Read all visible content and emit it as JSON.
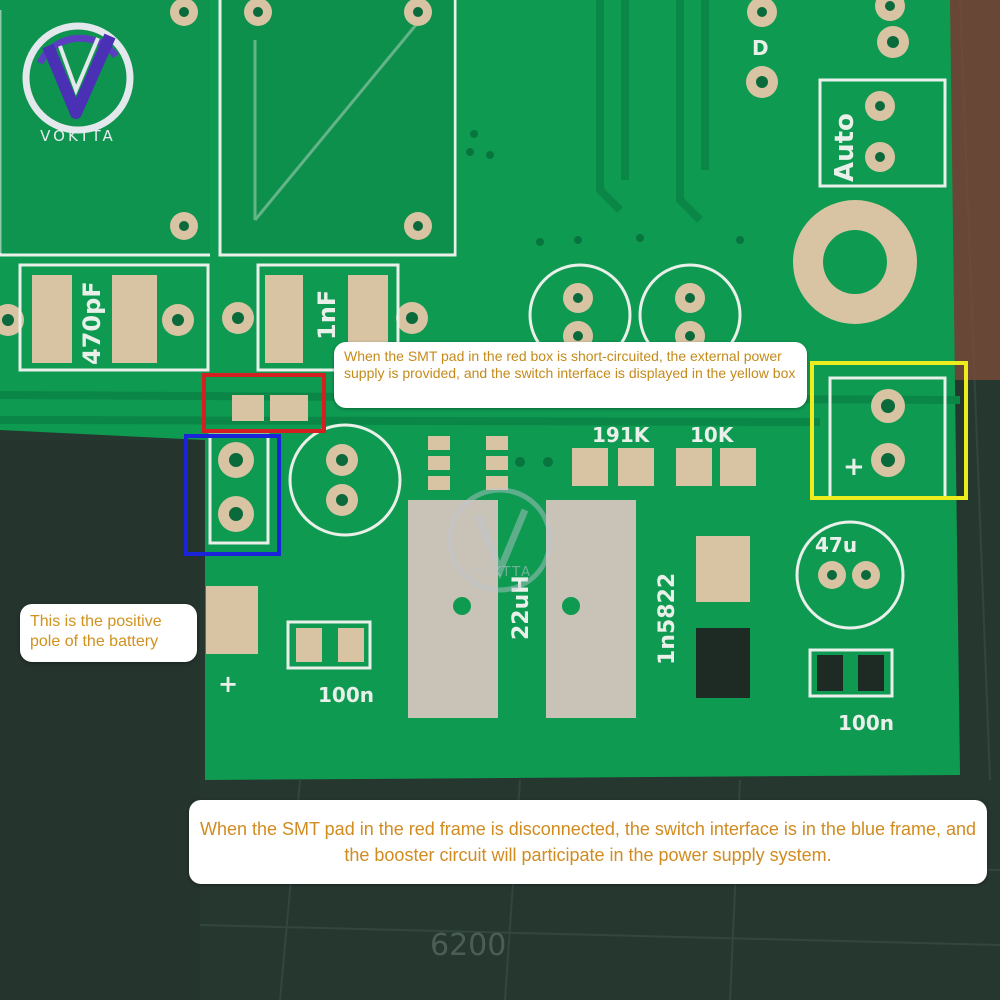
{
  "brand": {
    "logo_text": "VOKTTA",
    "watermark_text": "VOKTTA"
  },
  "callouts": {
    "top": "When the SMT pad in the red box is short-circuited, the external power supply is provided, and the switch interface is displayed in the yellow box",
    "left": "This is the positive pole of the battery",
    "bottom": "When the SMT pad in the red frame is disconnected, the switch interface is in the blue frame, and the booster circuit will participate in the power supply system."
  },
  "silkscreen": {
    "cap_470pf": "470pF",
    "cap_1nf": "1nF",
    "diode_d": "D",
    "auto": "Auto",
    "res_191k": "191K",
    "res_10k": "10K",
    "inductor": "22uH",
    "diode_1n5822": "1n5822",
    "cap_47u": "47u",
    "cap_100n_left": "100n",
    "cap_100n_right": "100n",
    "plus_left": "+",
    "plus_right": "+",
    "bottom_mark": "6200"
  },
  "highlight_colors": {
    "red_box": "#d42020",
    "blue_box": "#1a24d8",
    "yellow_box": "#ecec1e"
  },
  "board_colors": {
    "pcb": "#0f9a52",
    "trace": "#0a8747",
    "pad": "#d8c3a2",
    "mat": "#24352f"
  }
}
